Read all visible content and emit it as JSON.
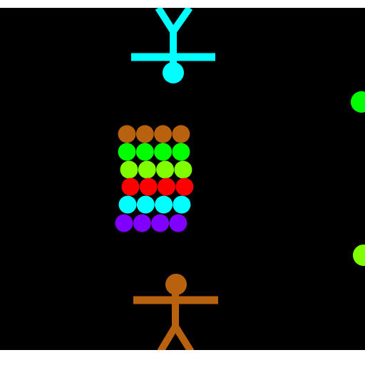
{
  "game": {
    "colors": {
      "background": "#000000",
      "frame": "#ffffff",
      "opponent": "#00ffff",
      "player": "#b8620f",
      "side_ball_top": "#00ff00",
      "side_ball_bottom": "#80ff00"
    },
    "ball_rows": [
      {
        "color": "#b8620f",
        "count": 4
      },
      {
        "color": "#00ff00",
        "count": 4
      },
      {
        "color": "#80ff00",
        "count": 4
      },
      {
        "color": "#ff0000",
        "count": 4
      },
      {
        "color": "#00ffff",
        "count": 4
      },
      {
        "color": "#8000ff",
        "count": 4
      }
    ],
    "icons": {
      "opponent": "stick-figure-icon",
      "player": "stick-figure-icon",
      "ball": "ball-icon"
    }
  }
}
